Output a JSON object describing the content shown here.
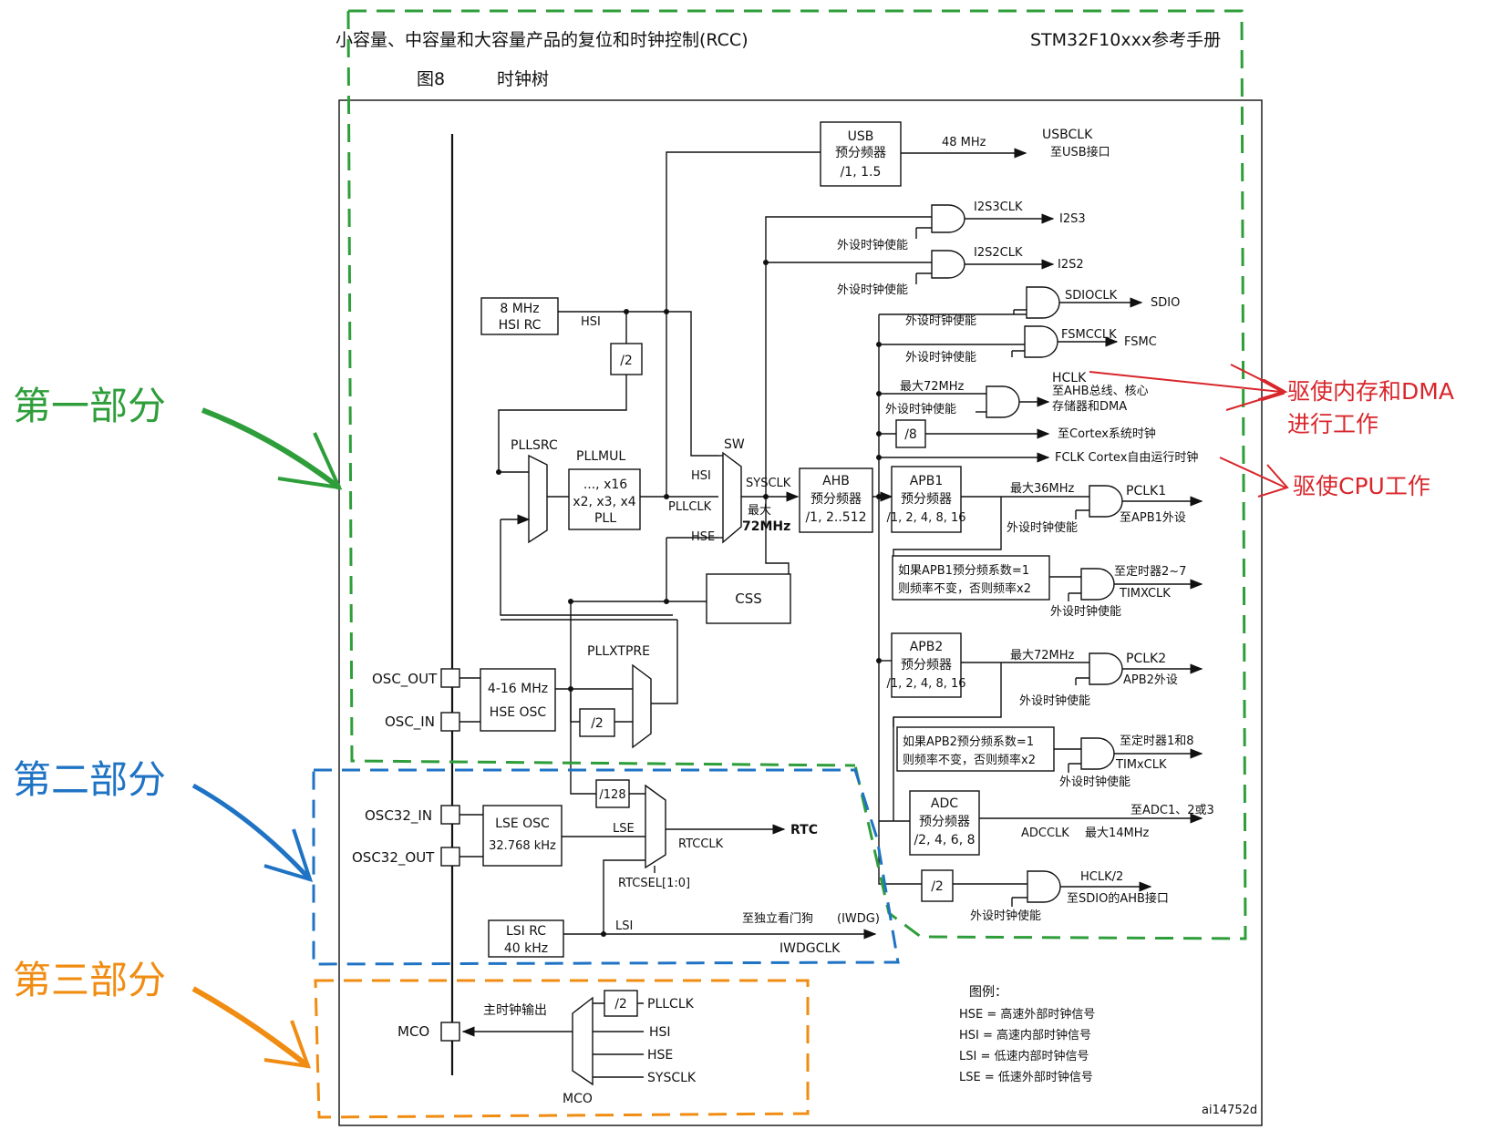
{
  "header": {
    "left": "小容量、中容量和大容量产品的复位和时钟控制(RCC)",
    "right": "STM32F10xxx参考手册",
    "figure_no": "图8",
    "figure_title": "时钟树"
  },
  "blocks": {
    "hsi_rc": [
      "8 MHz",
      "HSI RC"
    ],
    "div2": "/2",
    "pll": [
      "..., x16",
      "x2, x3, x4",
      "PLL"
    ],
    "usb": [
      "USB",
      "预分频器",
      "/1, 1.5"
    ],
    "ahb": [
      "AHB",
      "预分频器",
      "/1, 2..512"
    ],
    "apb1": [
      "APB1",
      "预分频器",
      "/1, 2, 4, 8, 16"
    ],
    "apb2": [
      "APB2",
      "预分频器",
      "/1, 2, 4, 8, 16"
    ],
    "adc": [
      "ADC",
      "预分频器",
      "/2, 4, 6, 8"
    ],
    "div8": "/8",
    "css": "CSS",
    "hse_osc": [
      "4-16 MHz",
      "HSE OSC"
    ],
    "div128": "/128",
    "lse_osc": [
      "LSE OSC",
      "32.768 kHz"
    ],
    "lsi_rc": [
      "LSI RC",
      "40 kHz"
    ],
    "tim1_note": [
      "如果APB1预分频系数=1",
      "则频率不变，否则频率x2"
    ],
    "tim2_note": [
      "如果APB2预分频系数=1",
      "则频率不变，否则频率x2"
    ]
  },
  "labels": {
    "hsi": "HSI",
    "hse": "HSE",
    "lse": "LSE",
    "lsi": "LSI",
    "pllsrc": "PLLSRC",
    "pllmul": "PLLMUL",
    "pllclk": "PLLCLK",
    "sw": "SW",
    "sysclk": "SYSCLK",
    "max72": "最大",
    "max72b": "72MHz",
    "usb_freq": "48 MHz",
    "usbclk": "USBCLK",
    "usb_to": "至USB接口",
    "i2s3clk": "I2S3CLK",
    "i2s3": "I2S3",
    "i2s2clk": "I2S2CLK",
    "i2s2": "I2S2",
    "sdioclk": "SDIOCLK",
    "sdio": "SDIO",
    "fsmcclk": "FSMCCLK",
    "fsmc": "FSMC",
    "periph_en": "外设时钟使能",
    "hclk": "HCLK",
    "hclk_max": "最大72MHz",
    "hclk_to1": "至AHB总线、核心",
    "hclk_to2": "存储器和DMA",
    "cortex_sys": "至Cortex系统时钟",
    "fclk": "FCLK Cortex自由运行时钟",
    "apb1_max": "最大36MHz",
    "pclk1": "PCLK1",
    "pclk1_to": "至APB1外设",
    "tim27_to": "至定时器2~7",
    "timxclk": "TIMXCLK",
    "apb2_max": "最大72MHz",
    "pclk2": "PCLK2",
    "pclk2_to": "APB2外设",
    "tim18_to": "至定时器1和8",
    "timxclk2": "TIMxCLK",
    "adc_to": "至ADC1、2或3",
    "adcclk": "ADCCLK",
    "adc_max": "最大14MHz",
    "hclk2": "HCLK/2",
    "hclk2_to": "至SDIO的AHB接口",
    "pllxtpre": "PLLXTPRE",
    "osc_out": "OSC_OUT",
    "osc_in": "OSC_IN",
    "osc32_in": "OSC32_IN",
    "osc32_out": "OSC32_OUT",
    "rtcclk": "RTCCLK",
    "rtc": "RTC",
    "rtcsel": "RTCSEL[1:0]",
    "iwdg_to": "至独立看门狗",
    "iwdg": "(IWDG)",
    "iwdgclk": "IWDGCLK",
    "mco": "MCO",
    "mco_out": "主时钟输出",
    "mco_pll": "PLLCLK",
    "mco_hsi": "HSI",
    "mco_hse": "HSE",
    "mco_sys": "SYSCLK",
    "mco_bottom": "MCO",
    "legend_title": "图例：",
    "legend": [
      "HSE = 高速外部时钟信号",
      "HSI = 高速内部时钟信号",
      "LSI = 低速内部时钟信号",
      "LSE = 低速外部时钟信号"
    ],
    "ref": "ai14752d"
  },
  "annotations": {
    "part1": "第一部分",
    "part2": "第二部分",
    "part3": "第三部分",
    "note_hclk": "驱使内存和DMA",
    "note_hclk2": "进行工作",
    "note_fclk": "驱使CPU工作",
    "colors": {
      "part1": "#2e9e3a",
      "part2": "#1f73c4",
      "part3": "#f08c12",
      "note": "#d8262b"
    }
  }
}
